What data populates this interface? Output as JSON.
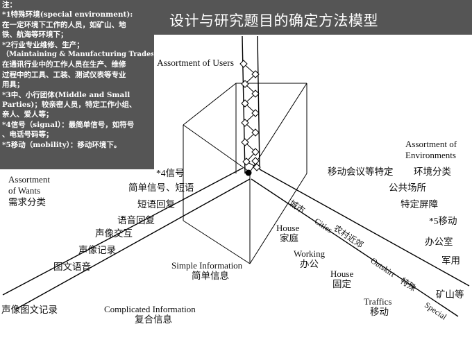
{
  "title": "设计与研究题目的确定方法模型",
  "note": {
    "lines": [
      "注：",
      "*1特殊环境(special environment):",
      "在一定环境下工作的人员，如矿山、地",
      "铁、航海等环境下；",
      "*2行业专业维修、生产；",
      "（Maintaining & Manufacturing Trades）：",
      "在通讯行业中的工作人员在生产、维修",
      "过程中的工具、工装、测试仪表等专业",
      "用具；",
      "*3中、小行团体(Middle and Small",
      "Parties)；较亲密人员，特定工作小组、",
      "亲人、爱人等；",
      "*4信号（signal）：最简单信号，如符号",
      "、电话号码等；",
      "*5移动（mobility）：移动环境下。"
    ]
  },
  "users_axis": {
    "label": "Assortment of Users"
  },
  "wants_axis": {
    "label_en_1": "Assortment",
    "label_en_2": "of Wants",
    "label_zh": "需求分类",
    "items": [
      "*4信号",
      "简单信号、短语",
      "短语回复",
      "语音回复",
      "声像交互",
      "声像记录",
      "图文语音",
      "声像图文记录"
    ],
    "simple_en": "Simple Information",
    "simple_zh": "简单信息",
    "complex_en": "Complicated Information",
    "complex_zh": "复合信息"
  },
  "env_axis": {
    "label_en_1": "Assortment of",
    "label_en_2": "Environments",
    "label_zh": "环境分类",
    "right_items": [
      "移动会议等特定",
      "公共场所",
      "特定屏障",
      "*5移动",
      "办公室",
      "军用",
      "矿山等"
    ],
    "ray_labels": [
      "城市",
      "Cities",
      "农村近郊",
      "Outskirt",
      "特殊",
      "Special"
    ],
    "house1_en": "House",
    "house1_zh": "家庭",
    "working_en": "Working",
    "working_zh": "办公",
    "house2_en": "House",
    "house2_zh": "固定",
    "traffics_en": "Traffics",
    "traffics_zh": "移动"
  },
  "colors": {
    "panel": "#555555",
    "panel_text": "#ffffff",
    "line": "#000000"
  }
}
